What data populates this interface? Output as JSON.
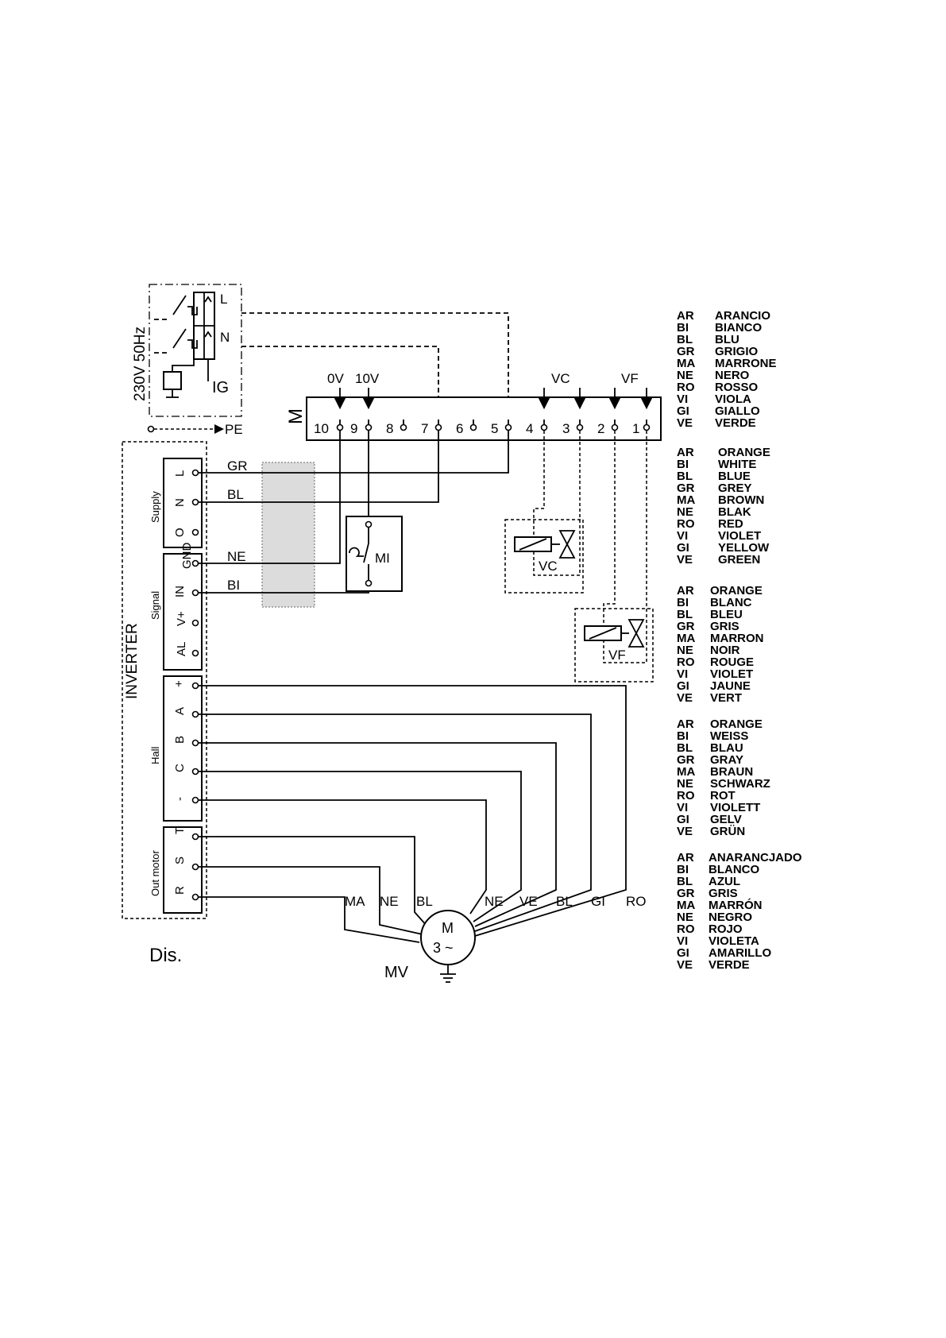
{
  "labels": {
    "power": "230V 50Hz",
    "line": "L",
    "neutral": "N",
    "main_switch": "IG",
    "protective_earth": "PE",
    "terminal_block": "M",
    "zero_volt": "0V",
    "ten_volt": "10V",
    "hot_valve_tap": "VC",
    "cold_valve_tap": "VF",
    "inverter": "INVERTER",
    "group_supply": "Supply",
    "group_signal": "Signal",
    "group_hall": "Hall",
    "group_out_motor": "Out motor",
    "microswitch": "MI",
    "hot_valve": "VC",
    "cold_valve": "VF",
    "motor_letter": "M",
    "motor_phase": "3 ~",
    "motor_name": "MV",
    "figure": "Dis."
  },
  "terminals": [
    "10",
    "9",
    "8",
    "7",
    "6",
    "5",
    "4",
    "3",
    "2",
    "1"
  ],
  "inverter_pins": {
    "supply": [
      "L",
      "N",
      "O"
    ],
    "signal": [
      "GND",
      "IN",
      "V+",
      "AL"
    ],
    "hall": [
      "+",
      "A",
      "B",
      "C",
      "-"
    ],
    "out_motor": [
      "T",
      "S",
      "R"
    ]
  },
  "wire_labels": {
    "gr": "GR",
    "bl": "BL",
    "ne": "NE",
    "bi": "BI",
    "ma": "MA",
    "ne2": "NE",
    "bl2": "BL",
    "ne3": "NE",
    "ve": "VE",
    "bl3": "BL",
    "gi": "GI",
    "ro": "RO"
  },
  "legends": [
    {
      "entries": [
        [
          "AR",
          "ARANCIO"
        ],
        [
          "BI",
          "BIANCO"
        ],
        [
          "BL",
          "BLU"
        ],
        [
          "GR",
          "GRIGIO"
        ],
        [
          "MA",
          "MARRONE"
        ],
        [
          "NE",
          "NERO"
        ],
        [
          "RO",
          "ROSSO"
        ],
        [
          "VI",
          "VIOLA"
        ],
        [
          "GI",
          "GIALLO"
        ],
        [
          "VE",
          "VERDE"
        ]
      ]
    },
    {
      "entries": [
        [
          "AR",
          "ORANGE"
        ],
        [
          "BI",
          "WHITE"
        ],
        [
          "BL",
          "BLUE"
        ],
        [
          "GR",
          "GREY"
        ],
        [
          "MA",
          "BROWN"
        ],
        [
          "NE",
          "BLAK"
        ],
        [
          "RO",
          "RED"
        ],
        [
          "VI",
          "VIOLET"
        ],
        [
          "GI",
          "YELLOW"
        ],
        [
          "VE",
          "GREEN"
        ]
      ]
    },
    {
      "entries": [
        [
          "AR",
          "ORANGE"
        ],
        [
          "BI",
          "BLANC"
        ],
        [
          "BL",
          "BLEU"
        ],
        [
          "GR",
          "GRIS"
        ],
        [
          "MA",
          "MARRON"
        ],
        [
          "NE",
          "NOIR"
        ],
        [
          "RO",
          "ROUGE"
        ],
        [
          "VI",
          "VIOLET"
        ],
        [
          "GI",
          "JAUNE"
        ],
        [
          "VE",
          "VERT"
        ]
      ]
    },
    {
      "entries": [
        [
          "AR",
          "ORANGE"
        ],
        [
          "BI",
          "WEISS"
        ],
        [
          "BL",
          "BLAU"
        ],
        [
          "GR",
          "GRAY"
        ],
        [
          "MA",
          "BRAUN"
        ],
        [
          "NE",
          "SCHWARZ"
        ],
        [
          "RO",
          "ROT"
        ],
        [
          "VI",
          "VIOLETT"
        ],
        [
          "GI",
          "GELV"
        ],
        [
          "VE",
          "GRÜN"
        ]
      ]
    },
    {
      "entries": [
        [
          "AR",
          "ANARANCJADO"
        ],
        [
          "BI",
          "BLANCO"
        ],
        [
          "BL",
          "AZUL"
        ],
        [
          "GR",
          "GRIS"
        ],
        [
          "MA",
          "MARRÓN"
        ],
        [
          "NE",
          "NEGRO"
        ],
        [
          "RO",
          "ROJO"
        ],
        [
          "VI",
          "VIOLETA"
        ],
        [
          "GI",
          "AMARILLO"
        ],
        [
          "VE",
          "VERDE"
        ]
      ]
    }
  ]
}
